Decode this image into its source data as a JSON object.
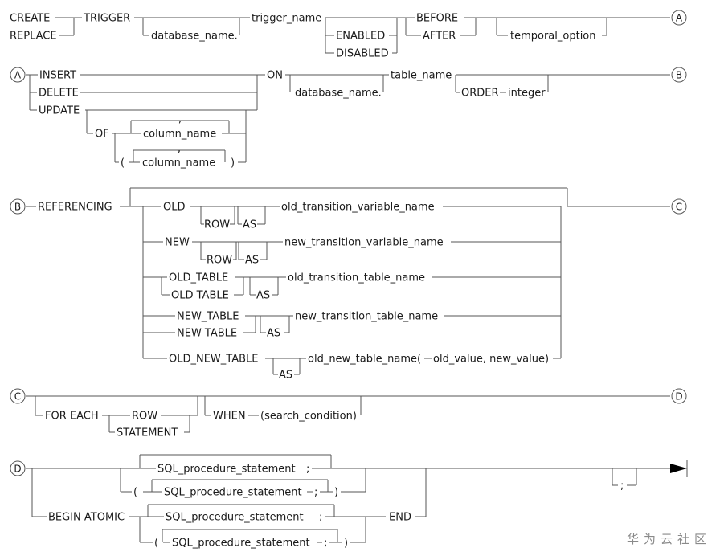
{
  "syntax": {
    "create": "CREATE",
    "replace": "REPLACE",
    "trigger": "TRIGGER",
    "database_name_1": "database_name.",
    "trigger_name": "trigger_name",
    "enabled": "ENABLED",
    "disabled": "DISABLED",
    "before": "BEFORE",
    "after": "AFTER",
    "temporal_option": "temporal_option",
    "insert": "INSERT",
    "delete": "DELETE",
    "update": "UPDATE",
    "of": "OF",
    "comma_1": ",",
    "column_name_1": "column_name",
    "comma_2": ",",
    "paren_open_1": "(",
    "column_name_2": "column_name",
    "paren_close_1": ")",
    "on": "ON",
    "database_name_2": "database_name.",
    "table_name": "table_name",
    "order": "ORDER",
    "integer": "integer",
    "referencing": "REFERENCING",
    "old": "OLD",
    "row_1": "ROW",
    "as_1": "AS",
    "old_transition_variable_name": "old_transition_variable_name",
    "new": "NEW",
    "row_2": "ROW",
    "as_2": "AS",
    "new_transition_variable_name": "new_transition_variable_name",
    "old_table_1": "OLD_TABLE",
    "old_table_2": "OLD TABLE",
    "as_3": "AS",
    "old_transition_table_name": "old_transition_table_name",
    "new_table_1": "NEW_TABLE",
    "new_table_2": "NEW TABLE",
    "as_4": "AS",
    "new_transition_table_name": "new_transition_table_name",
    "old_new_table": "OLD_NEW_TABLE",
    "as_5": "AS",
    "old_new_table_name": "old_new_table_name(",
    "old_value_new_value": "old_value, new_value)",
    "for_each": "FOR EACH",
    "row_3": "ROW",
    "statement": "STATEMENT",
    "when": "WHEN",
    "search_condition": "(search_condition)",
    "sql_stmt_1": "SQL_procedure_statement",
    "semi_1": ";",
    "paren_open_2": "(",
    "sql_stmt_2": "SQL_procedure_statement",
    "semi_2": ";",
    "paren_close_2": ")",
    "begin_atomic": "BEGIN ATOMIC",
    "sql_stmt_3": "SQL_procedure_statement",
    "semi_3": ";",
    "paren_open_3": "(",
    "sql_stmt_4": "SQL_procedure_statement",
    "semi_4": ";",
    "paren_close_3": ")",
    "end": "END",
    "semi_final": ";"
  },
  "connectors": {
    "a_out": "A",
    "a_in": "A",
    "b_out": "B",
    "b_in": "B",
    "c_out": "C",
    "c_in": "C",
    "d_out": "D",
    "d_in": "D"
  },
  "watermark": "华为云社区"
}
